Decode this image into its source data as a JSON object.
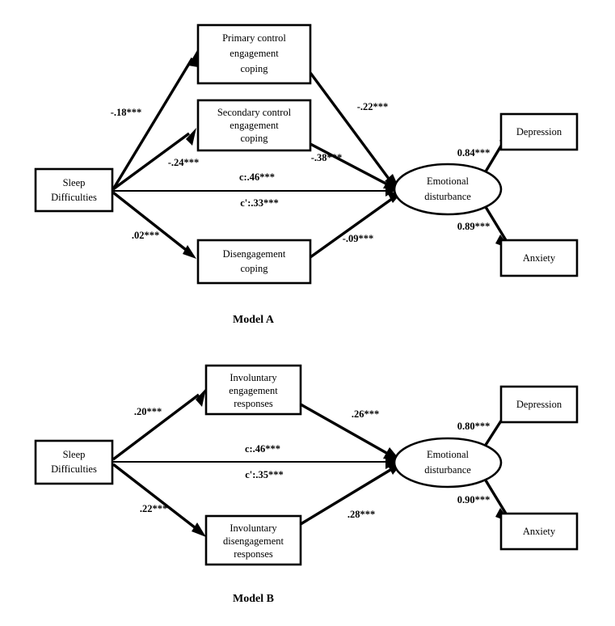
{
  "figure": {
    "type": "path-diagram",
    "description": "Two mediation path diagrams linking Sleep Difficulties to Emotional disturbance via coping styles, with Depression and Anxiety as indicators."
  },
  "models": [
    {
      "id": "model-a",
      "caption": "Model A",
      "nodes": {
        "predictor": {
          "name": "sleep-difficulties",
          "shape": "rect",
          "lines": [
            "Sleep",
            "Difficulties"
          ]
        },
        "mediator_top": {
          "name": "primary-control-engagement-coping",
          "shape": "rect",
          "lines": [
            "Primary control",
            "engagement",
            "coping"
          ]
        },
        "mediator_mid": {
          "name": "secondary-control-engagement-coping",
          "shape": "rect",
          "lines": [
            "Secondary control",
            "engagement",
            "coping"
          ]
        },
        "mediator_bottom": {
          "name": "disengagement-coping",
          "shape": "rect",
          "lines": [
            "Disengagement",
            "coping"
          ]
        },
        "outcome": {
          "name": "emotional-disturbance",
          "shape": "ellipse",
          "lines": [
            "Emotional",
            "disturbance"
          ]
        },
        "indicator_top": {
          "name": "depression",
          "shape": "rect",
          "lines": [
            "Depression"
          ]
        },
        "indicator_bottom": {
          "name": "anxiety",
          "shape": "rect",
          "lines": [
            "Anxiety"
          ]
        }
      },
      "paths": [
        {
          "name": "sleep-to-primary-control",
          "from": "Sleep Difficulties",
          "to": "Primary control engagement coping",
          "label": "-.18***",
          "value": -0.18
        },
        {
          "name": "sleep-to-secondary-control",
          "from": "Sleep Difficulties",
          "to": "Secondary control engagement coping",
          "label": "-.24***",
          "value": -0.24
        },
        {
          "name": "sleep-to-disengagement",
          "from": "Sleep Difficulties",
          "to": "Disengagement coping",
          "label": ".02***",
          "value": 0.02
        },
        {
          "name": "sleep-to-emotional-total",
          "from": "Sleep Difficulties",
          "to": "Emotional disturbance",
          "label": "c:.46***",
          "value": 0.46
        },
        {
          "name": "sleep-to-emotional-direct",
          "from": "Sleep Difficulties",
          "to": "Emotional disturbance",
          "label": "c':.33***",
          "value": 0.33
        },
        {
          "name": "primary-control-to-emotional",
          "from": "Primary control engagement coping",
          "to": "Emotional disturbance",
          "label": "-.22***",
          "value": -0.22
        },
        {
          "name": "secondary-control-to-emotional",
          "from": "Secondary control engagement coping",
          "to": "Emotional disturbance",
          "label": "-.38***",
          "value": -0.38
        },
        {
          "name": "disengagement-to-emotional",
          "from": "Disengagement coping",
          "to": "Emotional disturbance",
          "label": "-.09***",
          "value": -0.09
        },
        {
          "name": "emotional-to-depression",
          "from": "Emotional disturbance",
          "to": "Depression",
          "label": "0.84***",
          "value": 0.84
        },
        {
          "name": "emotional-to-anxiety",
          "from": "Emotional disturbance",
          "to": "Anxiety",
          "label": "0.89***",
          "value": 0.89
        }
      ]
    },
    {
      "id": "model-b",
      "caption": "Model B",
      "nodes": {
        "predictor": {
          "name": "sleep-difficulties",
          "shape": "rect",
          "lines": [
            "Sleep",
            "Difficulties"
          ]
        },
        "mediator_top": {
          "name": "involuntary-engagement-responses",
          "shape": "rect",
          "lines": [
            "Involuntary",
            "engagement",
            "responses"
          ]
        },
        "mediator_bottom": {
          "name": "involuntary-disengagement-responses",
          "shape": "rect",
          "lines": [
            "Involuntary",
            "disengagement",
            "responses"
          ]
        },
        "outcome": {
          "name": "emotional-disturbance",
          "shape": "ellipse",
          "lines": [
            "Emotional",
            "disturbance"
          ]
        },
        "indicator_top": {
          "name": "depression",
          "shape": "rect",
          "lines": [
            "Depression"
          ]
        },
        "indicator_bottom": {
          "name": "anxiety",
          "shape": "rect",
          "lines": [
            "Anxiety"
          ]
        }
      },
      "paths": [
        {
          "name": "sleep-to-involuntary-engagement",
          "from": "Sleep Difficulties",
          "to": "Involuntary engagement responses",
          "label": ".20***",
          "value": 0.2
        },
        {
          "name": "sleep-to-involuntary-disengagement",
          "from": "Sleep Difficulties",
          "to": "Involuntary disengagement responses",
          "label": ".22***",
          "value": 0.22
        },
        {
          "name": "sleep-to-emotional-total",
          "from": "Sleep Difficulties",
          "to": "Emotional disturbance",
          "label": "c:.46***",
          "value": 0.46
        },
        {
          "name": "sleep-to-emotional-direct",
          "from": "Sleep Difficulties",
          "to": "Emotional disturbance",
          "label": "c':.35***",
          "value": 0.35
        },
        {
          "name": "involuntary-engagement-to-emotional",
          "from": "Involuntary engagement responses",
          "to": "Emotional disturbance",
          "label": ".26***",
          "value": 0.26
        },
        {
          "name": "involuntary-disengagement-to-emotional",
          "from": "Involuntary disengagement responses",
          "to": "Emotional disturbance",
          "label": ".28***",
          "value": 0.28
        },
        {
          "name": "emotional-to-depression",
          "from": "Emotional disturbance",
          "to": "Depression",
          "label": "0.80***",
          "value": 0.8
        },
        {
          "name": "emotional-to-anxiety",
          "from": "Emotional disturbance",
          "to": "Anxiety",
          "label": "0.90***",
          "value": 0.9
        }
      ]
    }
  ],
  "labels": {
    "a": {
      "sleep_l1": "Sleep",
      "sleep_l2": "Difficulties",
      "primary_l1": "Primary control",
      "primary_l2": "engagement",
      "primary_l3": "coping",
      "secondary_l1": "Secondary control",
      "secondary_l2": "engagement",
      "secondary_l3": "coping",
      "diseng_l1": "Disengagement",
      "diseng_l2": "coping",
      "emot_l1": "Emotional",
      "emot_l2": "disturbance",
      "depression": "Depression",
      "anxiety": "Anxiety",
      "e1": "-.18***",
      "e2": "-.24***",
      "e3": ".02***",
      "e4": "c:.46***",
      "e5": "c':.33***",
      "e6": "-.22***",
      "e7": "-.38***",
      "e8": "-.09***",
      "e9": "0.84***",
      "e10": "0.89***",
      "caption": "Model A"
    },
    "b": {
      "sleep_l1": "Sleep",
      "sleep_l2": "Difficulties",
      "inveng_l1": "Involuntary",
      "inveng_l2": "engagement",
      "inveng_l3": "responses",
      "invdis_l1": "Involuntary",
      "invdis_l2": "disengagement",
      "invdis_l3": "responses",
      "emot_l1": "Emotional",
      "emot_l2": "disturbance",
      "depression": "Depression",
      "anxiety": "Anxiety",
      "e1": ".20***",
      "e2": ".22***",
      "e3": "c:.46***",
      "e4": "c':.35***",
      "e5": ".26***",
      "e6": ".28***",
      "e7": "0.80***",
      "e8": "0.90***",
      "caption": "Model B"
    }
  },
  "colors": {
    "stroke": "#000000",
    "fill": "#ffffff",
    "text": "#000000"
  }
}
